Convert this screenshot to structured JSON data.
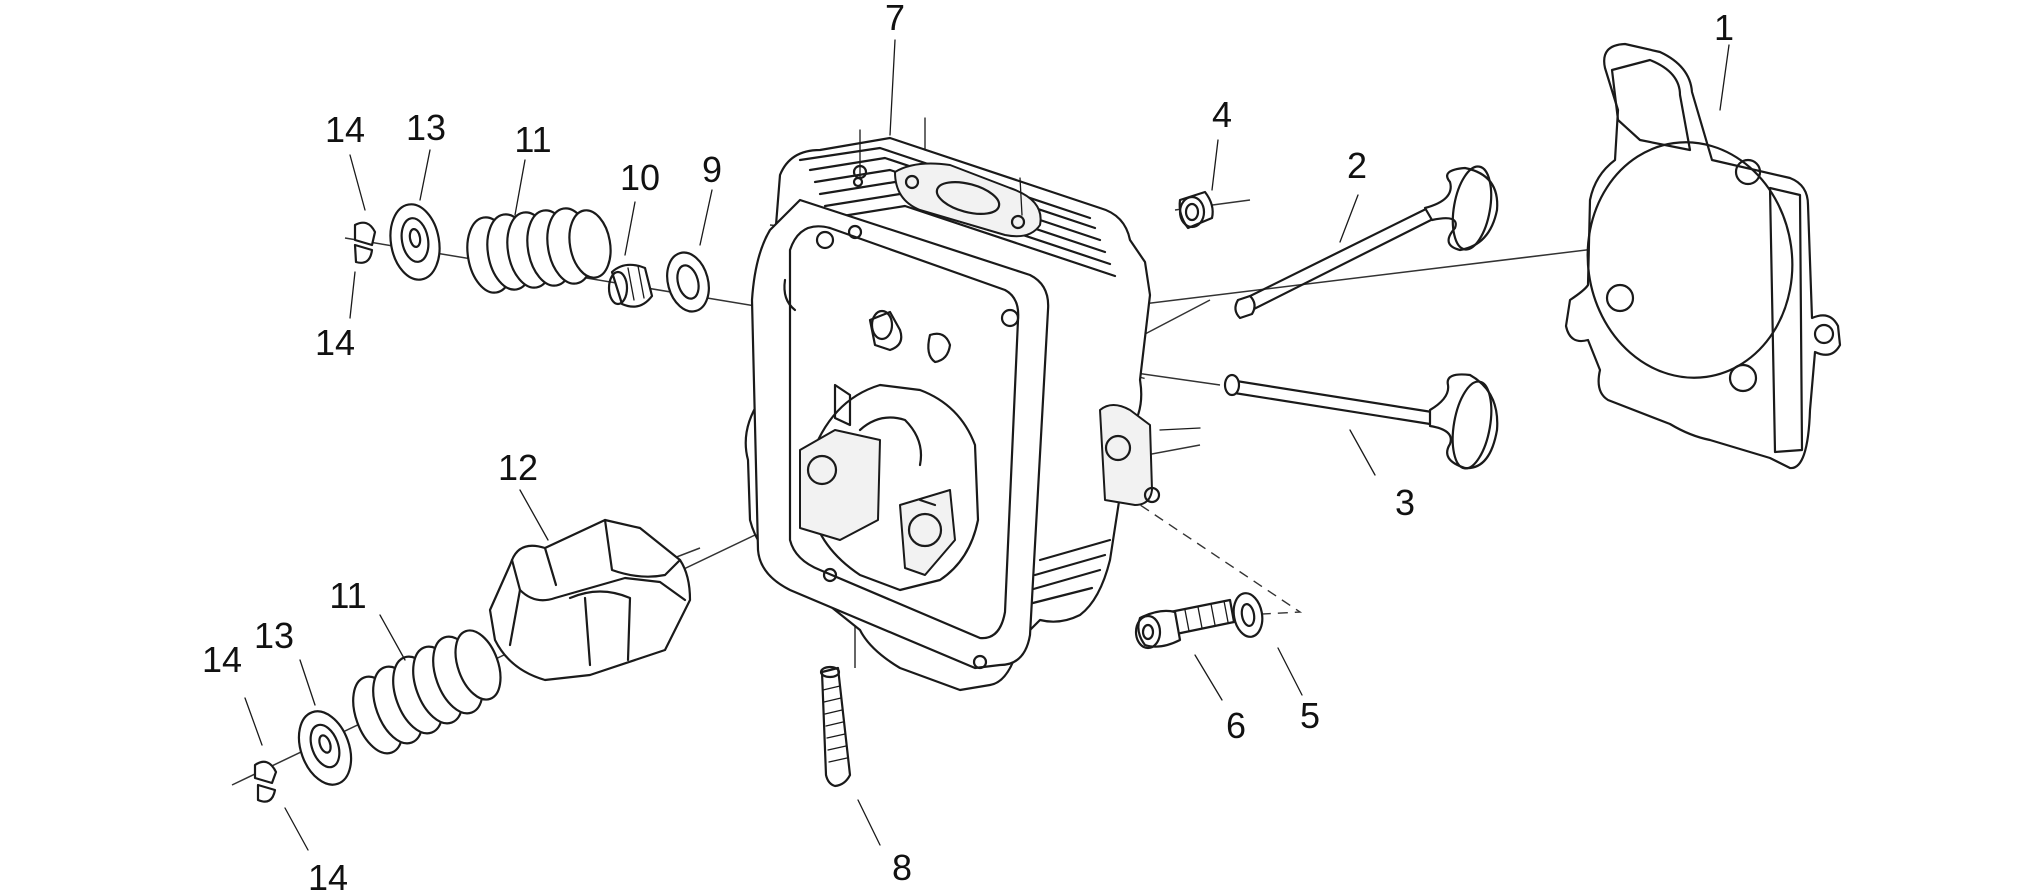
{
  "diagram": {
    "callouts": [
      {
        "id": "c1",
        "text": "1"
      },
      {
        "id": "c2",
        "text": "2"
      },
      {
        "id": "c3",
        "text": "3"
      },
      {
        "id": "c4",
        "text": "4"
      },
      {
        "id": "c5",
        "text": "5"
      },
      {
        "id": "c6",
        "text": "6"
      },
      {
        "id": "c7",
        "text": "7"
      },
      {
        "id": "c8",
        "text": "8"
      },
      {
        "id": "c9",
        "text": "9"
      },
      {
        "id": "c10",
        "text": "10"
      },
      {
        "id": "c11a",
        "text": "11"
      },
      {
        "id": "c11b",
        "text": "11"
      },
      {
        "id": "c12",
        "text": "12"
      },
      {
        "id": "c13a",
        "text": "13"
      },
      {
        "id": "c13b",
        "text": "13"
      },
      {
        "id": "c14a",
        "text": "14"
      },
      {
        "id": "c14b",
        "text": "14"
      },
      {
        "id": "c14c",
        "text": "14"
      },
      {
        "id": "c14d",
        "text": "14"
      }
    ]
  }
}
